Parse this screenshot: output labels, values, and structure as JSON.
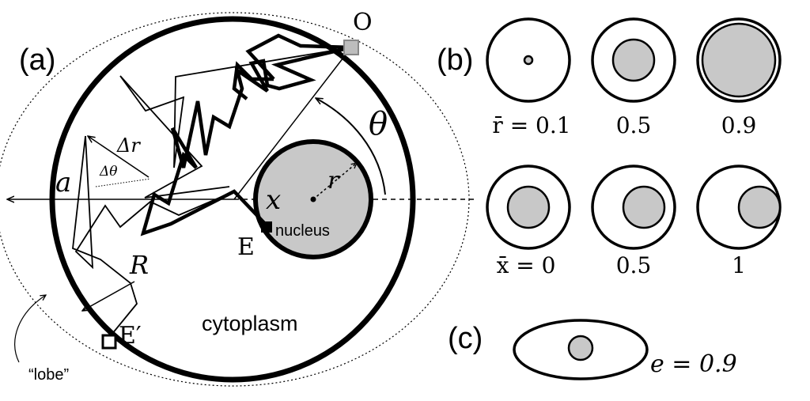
{
  "panel_a": {
    "label": "(a)",
    "point_O": "O",
    "point_E": "E",
    "point_E_prime": "E′",
    "theta": "θ",
    "delta_r": "Δr",
    "delta_theta": "Δθ",
    "a": "a",
    "x": "x",
    "r": "r",
    "R": "R",
    "nucleus": "nucleus",
    "cytoplasm": "cytoplasm",
    "lobe": "“lobe”"
  },
  "panel_b": {
    "label": "(b)",
    "row1_labels": [
      "r̄ = 0.1",
      "0.5",
      "0.9"
    ],
    "row1_values": [
      0.1,
      0.5,
      0.9
    ],
    "row2_labels": [
      "x̄ = 0",
      "0.5",
      "1"
    ],
    "row2_values": [
      0,
      0.5,
      1
    ]
  },
  "panel_c": {
    "label": "(c)",
    "e_label": "e = 0.9",
    "e_value": 0.9
  },
  "colors": {
    "stroke": "#000000",
    "nucleus_fill": "#c8c8c8",
    "marker_O_fill": "#bdbdbd",
    "marker_O_stroke": "#888888",
    "marker_E_fill": "#000000",
    "marker_Eprime_fill": "#ffffff"
  }
}
